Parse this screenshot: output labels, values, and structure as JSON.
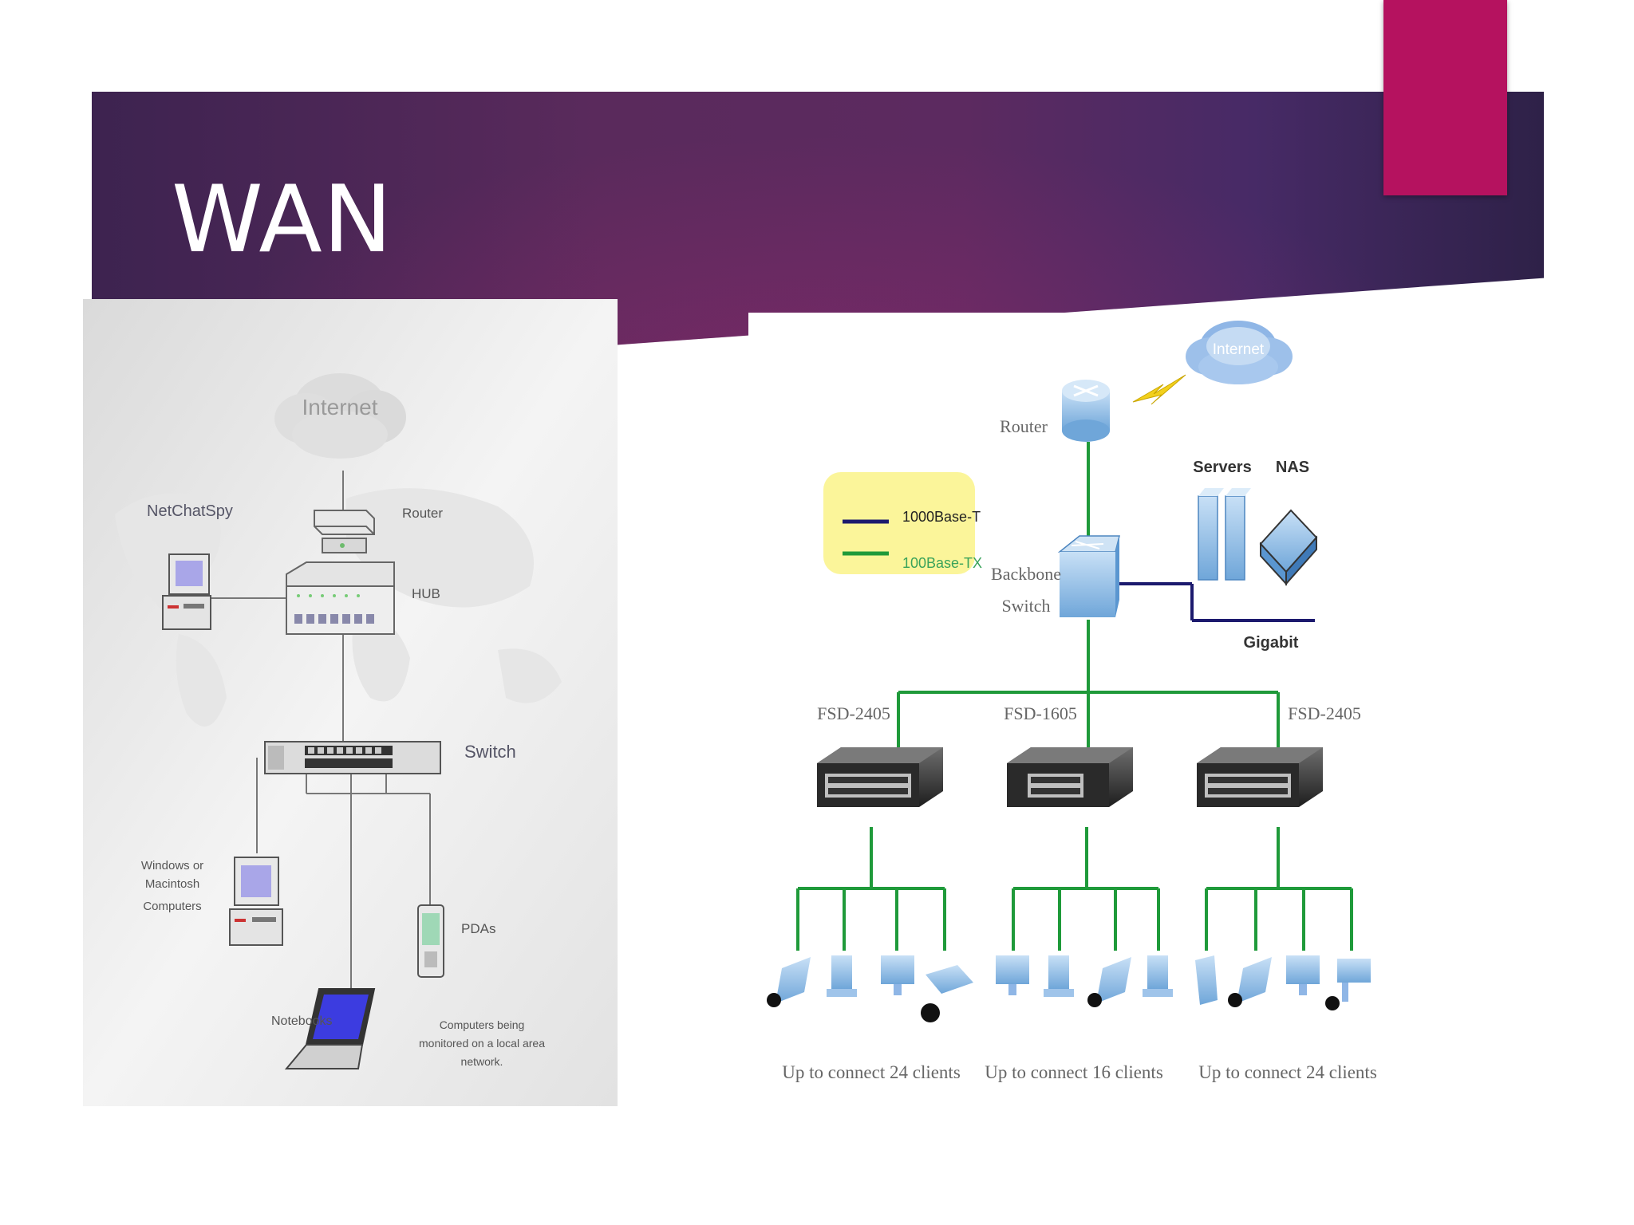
{
  "slide": {
    "title": "WAN"
  },
  "left_diagram": {
    "internet": "Internet",
    "netchatspy": "NetChatSpy",
    "router": "Router",
    "hub": "HUB",
    "switch": "Switch",
    "computers": [
      "Windows or",
      "Macintosh",
      "Computers"
    ],
    "pdas": "PDAs",
    "notebooks": "Notebooks",
    "note": [
      "Computers being",
      "monitored on a local area",
      "network."
    ]
  },
  "right_diagram": {
    "internet": "Internet",
    "router": "Router",
    "servers": "Servers",
    "nas": "NAS",
    "backbone": [
      "Backbone",
      "Switch"
    ],
    "gigabit": "Gigabit",
    "legend": [
      {
        "label": "1000Base-T",
        "color": "#1c1a6e"
      },
      {
        "label": "100Base-TX",
        "color": "#1f9a3a"
      }
    ],
    "switches": [
      {
        "model": "FSD-2405",
        "caption": "Up to connect 24 clients"
      },
      {
        "model": "FSD-1605",
        "caption": "Up to connect 16 clients"
      },
      {
        "model": "FSD-2405",
        "caption": "Up to connect 24 clients"
      }
    ]
  }
}
